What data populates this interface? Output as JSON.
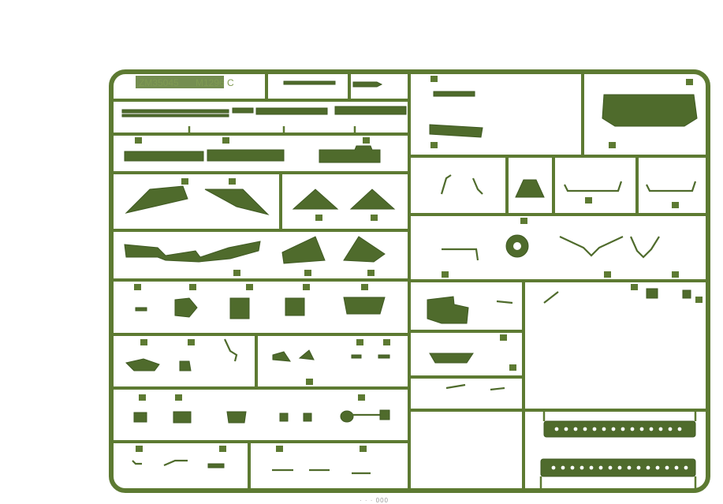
{
  "sprue": {
    "mold_code": "ZM35045",
    "model_code": "M1296",
    "sprue_letter": "C"
  },
  "colors": {
    "plastic": "#5d7a32",
    "part_fill": "#4f6b2c",
    "background": "#ffffff"
  },
  "footer": {
    "caption": "· · · 000"
  }
}
